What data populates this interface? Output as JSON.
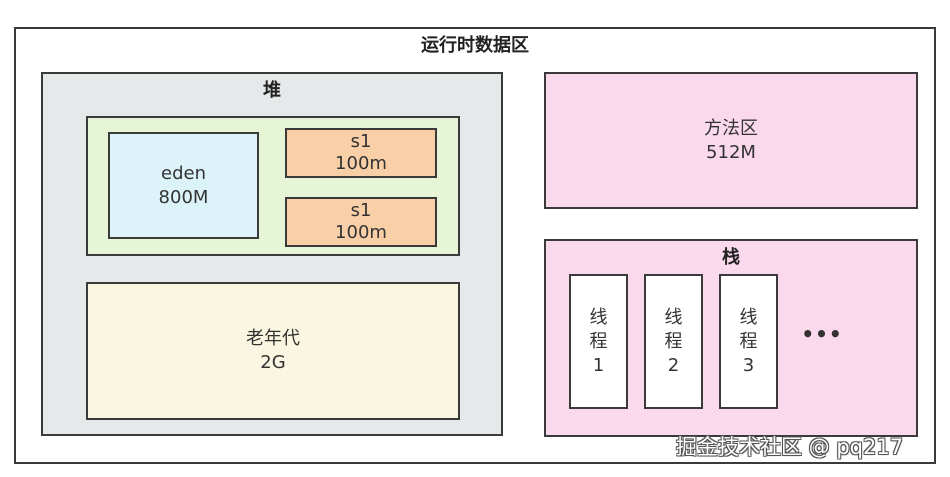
{
  "runtime_area": {
    "title": "运行时数据区"
  },
  "heap": {
    "title": "堆",
    "eden": {
      "name": "eden",
      "size": "800M"
    },
    "survivors": [
      {
        "name": "s1",
        "size": "100m"
      },
      {
        "name": "s1",
        "size": "100m"
      }
    ],
    "old_gen": {
      "name": "老年代",
      "size": "2G"
    }
  },
  "method_area": {
    "name": "方法区",
    "size": "512M"
  },
  "stack": {
    "title": "栈",
    "threads": [
      {
        "line1": "线",
        "line2": "程",
        "line3": "1"
      },
      {
        "line1": "线",
        "line2": "程",
        "line3": "2"
      },
      {
        "line1": "线",
        "line2": "程",
        "line3": "3"
      }
    ],
    "ellipsis": "•••"
  },
  "watermark": "掘金技术社区 @ pq217",
  "colors": {
    "heap_bg": "#e6e9ea",
    "young_bg": "#e6f5d6",
    "eden_bg": "#dcf4f9",
    "survivor_bg": "#f9cfa8",
    "old_bg": "#fbf6e1",
    "method_stack_bg": "#fbd9ec"
  }
}
